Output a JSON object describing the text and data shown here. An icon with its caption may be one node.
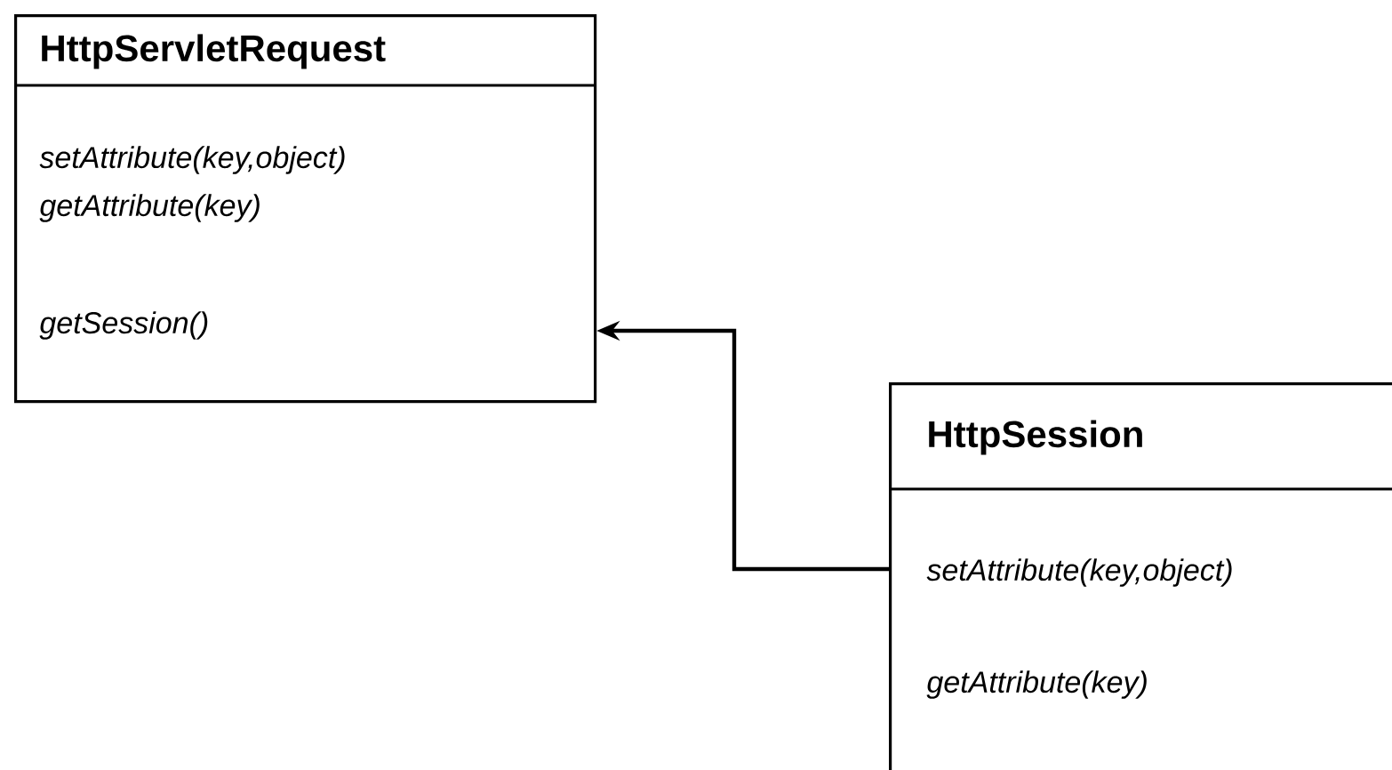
{
  "diagram": {
    "nodes": [
      {
        "text": [
          "HttpServletRequest",
          "setAttribute(key,object)",
          "getAttribute(key)",
          "getSession()"
        ]
      },
      {
        "text": [
          "HttpSession",
          "setAttribute(key,object)",
          "getAttribute(key)"
        ]
      }
    ],
    "edges": [
      {
        "from": 1,
        "to": 0,
        "arrow": "to"
      }
    ]
  }
}
